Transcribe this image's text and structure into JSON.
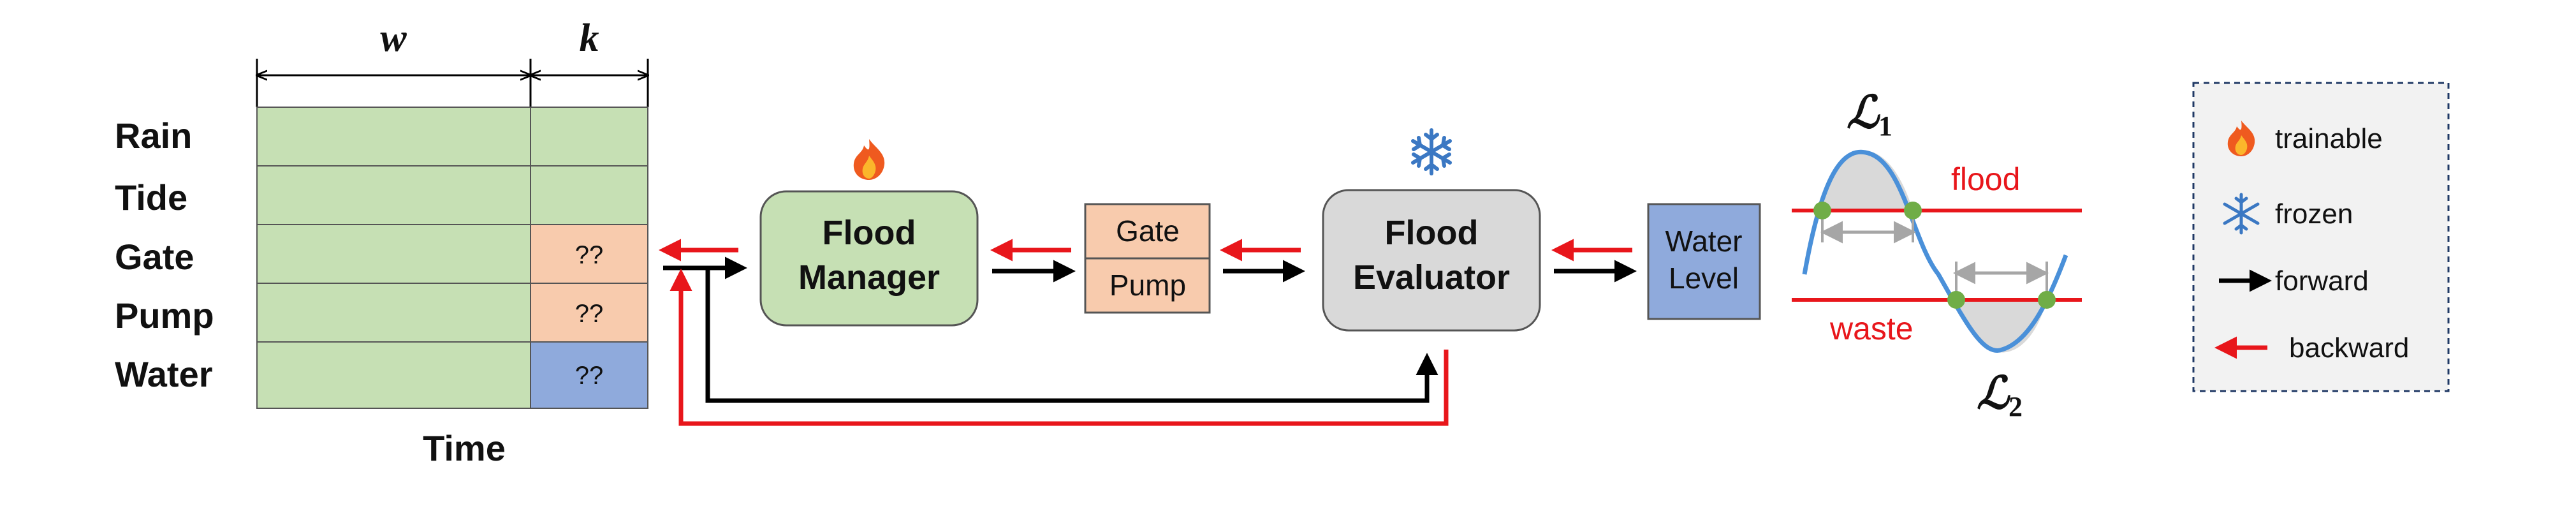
{
  "table": {
    "col_window": "w",
    "col_horizon": "k",
    "rows": [
      "Rain",
      "Tide",
      "Gate",
      "Pump",
      "Water"
    ],
    "unknown": "??",
    "x_label": "Time"
  },
  "manager": {
    "title_line1": "Flood",
    "title_line2": "Manager"
  },
  "gate_pump": {
    "top": "Gate",
    "bottom": "Pump"
  },
  "evaluator": {
    "title_line1": "Flood",
    "title_line2": "Evaluator"
  },
  "water_level": {
    "line1": "Water",
    "line2": "Level"
  },
  "loss_plot": {
    "loss1": "ℒ",
    "loss1_sub": "1",
    "loss2": "ℒ",
    "loss2_sub": "2",
    "upper_label": "flood",
    "lower_label": "waste"
  },
  "legend": {
    "trainable": "trainable",
    "frozen": "frozen",
    "forward": "forward",
    "backward": "backward"
  },
  "colors": {
    "green_cell": "#c6e0b4",
    "orange_cell": "#f8cbad",
    "blue_cell": "#8faadc",
    "manager_fill": "#c6e0b4",
    "evaluator_fill": "#d9d9d9",
    "red": "#e8161b",
    "black": "#000000",
    "wave": "#4a90d9",
    "dot": "#70ad47"
  },
  "icons": {
    "trainable": "fire-icon",
    "frozen": "snowflake-icon"
  }
}
